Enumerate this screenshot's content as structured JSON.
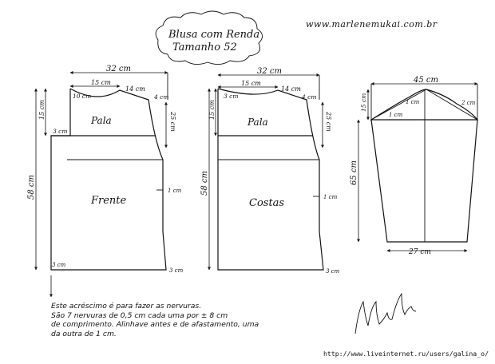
{
  "title": {
    "line1": "Blusa com Renda",
    "line2": "Tamanho 52"
  },
  "website": "www.marlenemukai.com.br",
  "url": "http://www.liveinternet.ru/users/galina_o/",
  "signature": "Marlene Mukai",
  "front": {
    "label_yoke": "Pala",
    "label_body": "Frente",
    "width": "32 cm",
    "shoulder": "15 cm",
    "neck_width": "14 cm",
    "neck_depth": "10 cm",
    "shoulder_drop": "4 cm",
    "armhole": "25 cm",
    "yoke_height": "15 cm",
    "side_offset": "3 cm",
    "length": "58 cm",
    "waist_in": "1 cm",
    "hem_ext": "3 cm",
    "hem_side": "3 cm"
  },
  "back": {
    "label_yoke": "Pala",
    "label_body": "Costas",
    "width": "32 cm",
    "shoulder": "15 cm",
    "neck_width": "14 cm",
    "neck_depth": "3 cm",
    "shoulder_drop": "4 cm",
    "armhole": "25 cm",
    "yoke_height": "15 cm",
    "length": "58 cm",
    "waist_in": "1 cm",
    "hem_side": "3 cm"
  },
  "sleeve": {
    "top_width": "45 cm",
    "cap_height": "15 cm",
    "cap_in": "1 cm",
    "cap_out": "2 cm",
    "cap_left": "1 cm",
    "length": "65 cm",
    "bottom_width": "27 cm"
  },
  "note": [
    "Este acréscimo é para fazer as nervuras.",
    "São 7 nervuras de 0,5 cm cada uma por ± 8 cm",
    "de comprimento. Alinhave antes e de afastamento, uma",
    "da outra de 1 cm."
  ]
}
